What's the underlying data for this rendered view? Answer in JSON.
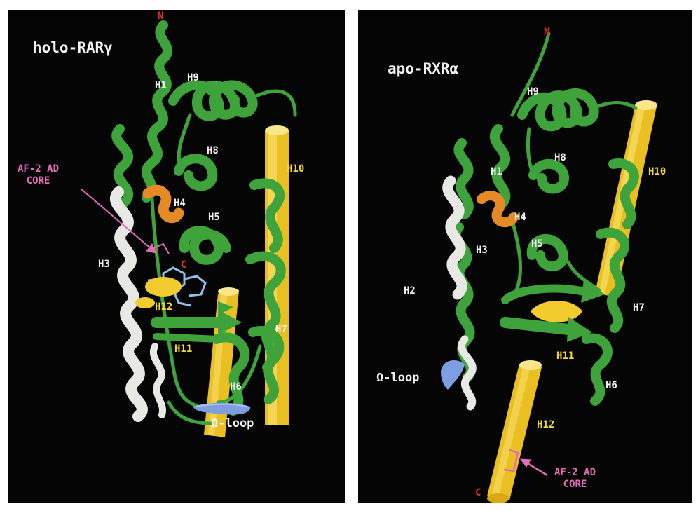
{
  "colors": {
    "background": "#050505",
    "helix_green": "#3ea33a",
    "helix_white": "#e8e8e4",
    "helix_orange": "#e58a24",
    "cylinder_yellow": "#f2cc2e",
    "omega_loop_blue": "#7d9ee0",
    "ligand_blue": "#8fc0ee",
    "label_pink": "#e46bb5",
    "terminus_red": "#e0302a"
  },
  "left_panel": {
    "title": "holo-RARγ",
    "n_terminus": "N",
    "c_terminus": "C",
    "helices": [
      "H1",
      "H3",
      "H4",
      "H5",
      "H8",
      "H9",
      "H10",
      "H12",
      "H11",
      "H7",
      "H6"
    ],
    "core_line1": "AF-2 AD",
    "core_line2": "CORE",
    "omega_loop": "Ω-loop"
  },
  "right_panel": {
    "title": "apo-RXRα",
    "n_terminus": "N",
    "c_terminus": "C",
    "helices": [
      "H9",
      "H8",
      "H10",
      "H1",
      "H4",
      "H5",
      "H3",
      "H2",
      "H7",
      "H11",
      "H6",
      "H12"
    ],
    "core_line1": "AF-2 AD",
    "core_line2": "CORE",
    "omega_loop": "Ω-loop"
  }
}
